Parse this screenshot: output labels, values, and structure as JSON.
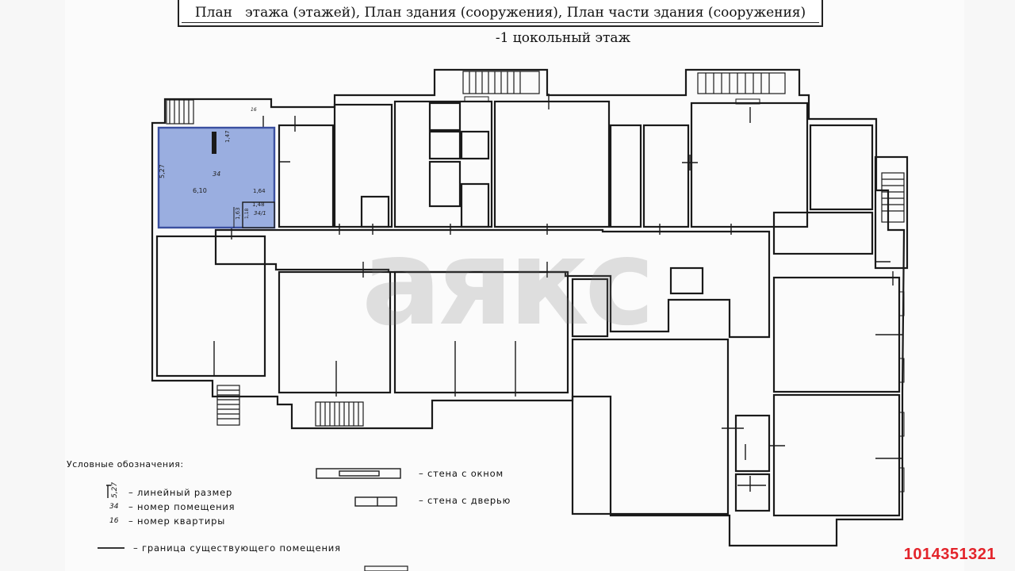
{
  "header": {
    "title": "План   этажа (этажей), План здания (сооружения), План части здания (сооружения)",
    "floor": "-1 цокольный этаж"
  },
  "highlighted_room": {
    "room_number": "34",
    "dim_height": "5,27",
    "dim_width": "6,10",
    "dim_inner_1": "1,47",
    "dim_inner_2": "1,64",
    "dim_small_w": "1,48",
    "dim_small_h": "1,63",
    "dim_small_2": "1,18",
    "sub_room": "34/1",
    "apartment_number": "16",
    "fill_color": "#9aaee0",
    "stroke_color": "#3a4fa0"
  },
  "legend": {
    "title": "Условные обозначения:",
    "linear_size_sym": "5,27",
    "linear_size": "– линейный размер",
    "room_number_sym": "34",
    "room_number": "– номер помещения",
    "apartment_number_sym": "16",
    "apartment_number": "– номер квартиры",
    "boundary": "– граница существующего помещения",
    "wall_window": "– стена с окном",
    "wall_door": "– стена с дверью"
  },
  "watermark": "аякс",
  "listing_id": "1014351321",
  "colors": {
    "accent": "#e3242b",
    "wall": "#1a1a1a"
  }
}
